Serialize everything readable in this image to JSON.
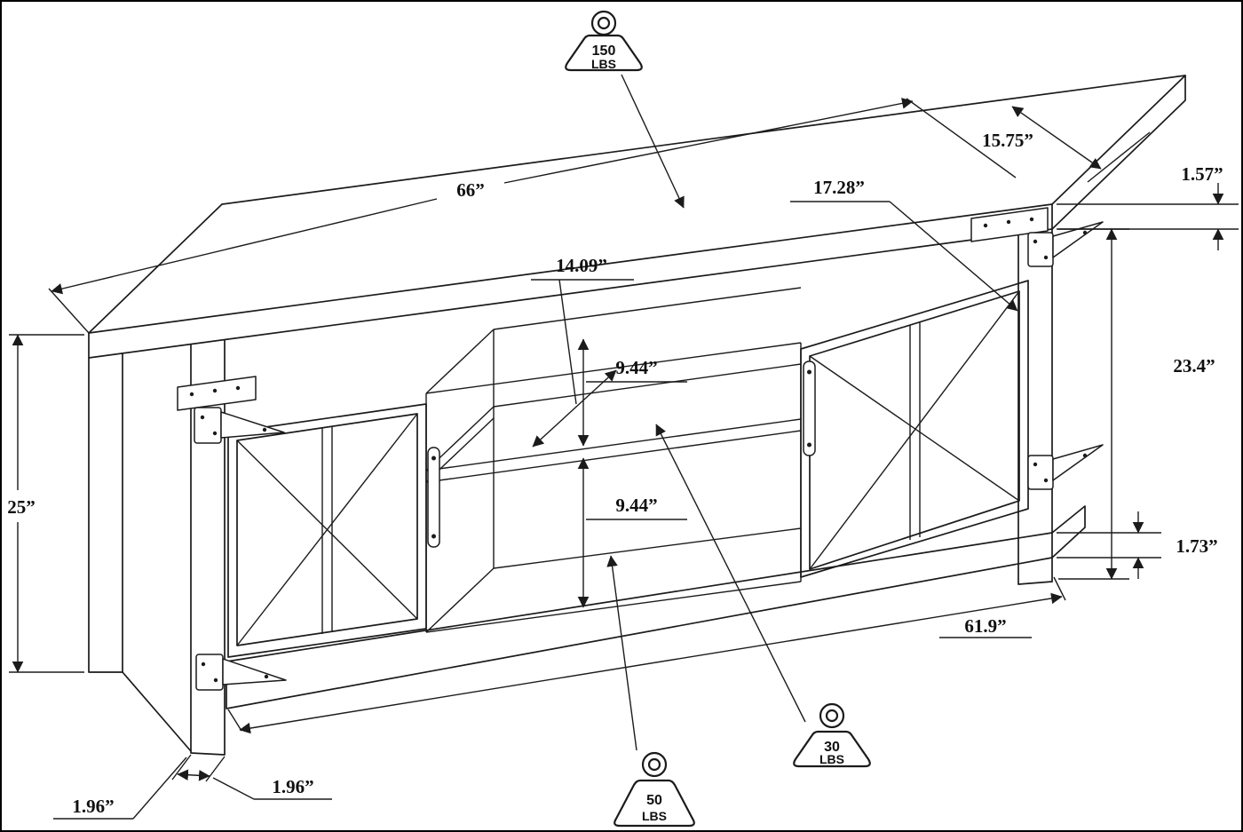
{
  "diagram": {
    "title": "TV stand dimensional line drawing",
    "line_color": "#1b1b1b",
    "background": "#ffffff"
  },
  "dimensions": {
    "top_width": "66”",
    "top_depth": "15.75”",
    "top_thickness": "1.57”",
    "door_width": "17.28”",
    "interior_depth": "14.09”",
    "upper_compartment_height": "9.44”",
    "lower_compartment_height": "9.44”",
    "side_height": "23.4”",
    "total_height": "25”",
    "base_rail_height": "1.73”",
    "base_width": "61.9”",
    "leg_front_depth": "1.96”",
    "leg_front_width": "1.96”"
  },
  "weight_capacities": {
    "top": {
      "value": "150",
      "unit": "LBS"
    },
    "shelf": {
      "value": "30",
      "unit": "LBS"
    },
    "bottom": {
      "value": "50",
      "unit": "LBS"
    }
  }
}
